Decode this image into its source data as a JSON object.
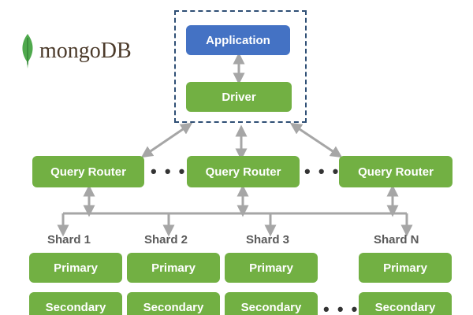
{
  "logo": {
    "text": "mongoDB",
    "icon": "leaf-icon"
  },
  "client": {
    "application": "Application",
    "driver": "Driver"
  },
  "routers": [
    "Query Router",
    "Query Router",
    "Query Router"
  ],
  "ellipsis": "• • •",
  "shards": [
    {
      "label": "Shard 1",
      "primary": "Primary",
      "secondary": "Secondary"
    },
    {
      "label": "Shard 2",
      "primary": "Primary",
      "secondary": "Secondary"
    },
    {
      "label": "Shard 3",
      "primary": "Primary",
      "secondary": "Secondary"
    },
    {
      "label": "Shard N",
      "primary": "Primary",
      "secondary": "Secondary"
    }
  ],
  "colors": {
    "green": "#72b043",
    "blue": "#4472c4",
    "connector": "#a6a6a6",
    "frame": "#2f4f75"
  }
}
